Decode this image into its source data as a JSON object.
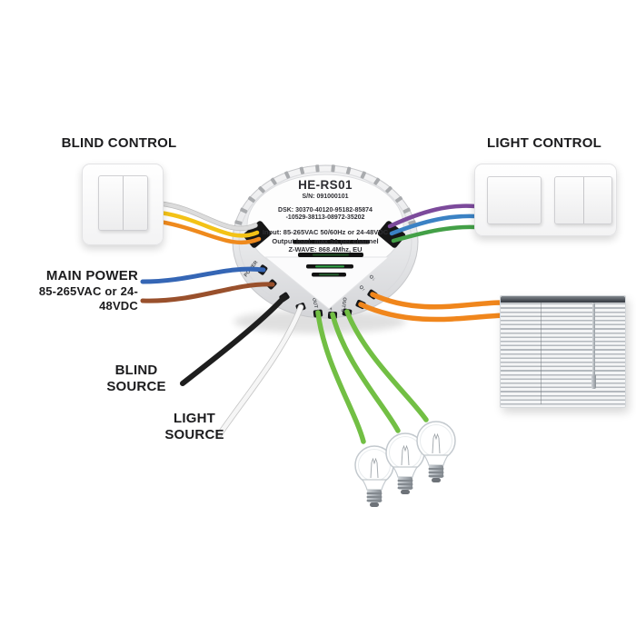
{
  "labels": {
    "blind_control": "BLIND CONTROL",
    "light_control": "LIGHT CONTROL",
    "main_power": "MAIN POWER",
    "main_power_spec": "85-265VAC or 24-48VDC",
    "blind_source_line1": "BLIND",
    "blind_source_line2": "SOURCE",
    "light_source_line1": "LIGHT",
    "light_source_line2": "SOURCE"
  },
  "device": {
    "model": "HE-RS01",
    "serial": "S/N: 091000101",
    "dsk_line1": "DSK: 30370-40120-95182-85874",
    "dsk_line2": "-10529-38113-08972-35202",
    "input": "Input: 85-265VAC 50/60Hz or 24-48VDC",
    "output": "Output load: max 5A per channel",
    "zwave": "Z-WAVE: 868.4Mhz, EU",
    "terminals": {
      "power": "POWER",
      "out1": "OUT 1",
      "out2": "OUT 2",
      "out3": "OUT 3",
      "out_up": "O↑",
      "out_down": "O↓"
    }
  },
  "wires": {
    "bc_white": {
      "color": "#dcdcdc"
    },
    "bc_yellow": {
      "color": "#f3c216"
    },
    "bc_orange": {
      "color": "#ef8a1d"
    },
    "lc_purple": {
      "color": "#7c4a9b"
    },
    "lc_blue": {
      "color": "#3b82c4"
    },
    "lc_green": {
      "color": "#43a047"
    },
    "mp_blue": {
      "color": "#3566b5"
    },
    "mp_brown": {
      "color": "#99502c"
    },
    "blind_source": {
      "color": "#1e1e1e"
    },
    "light_source": {
      "color": "#f6f6f6"
    },
    "out_green": {
      "color": "#72bf44"
    },
    "out_orange": {
      "color": "#f0861c"
    }
  }
}
